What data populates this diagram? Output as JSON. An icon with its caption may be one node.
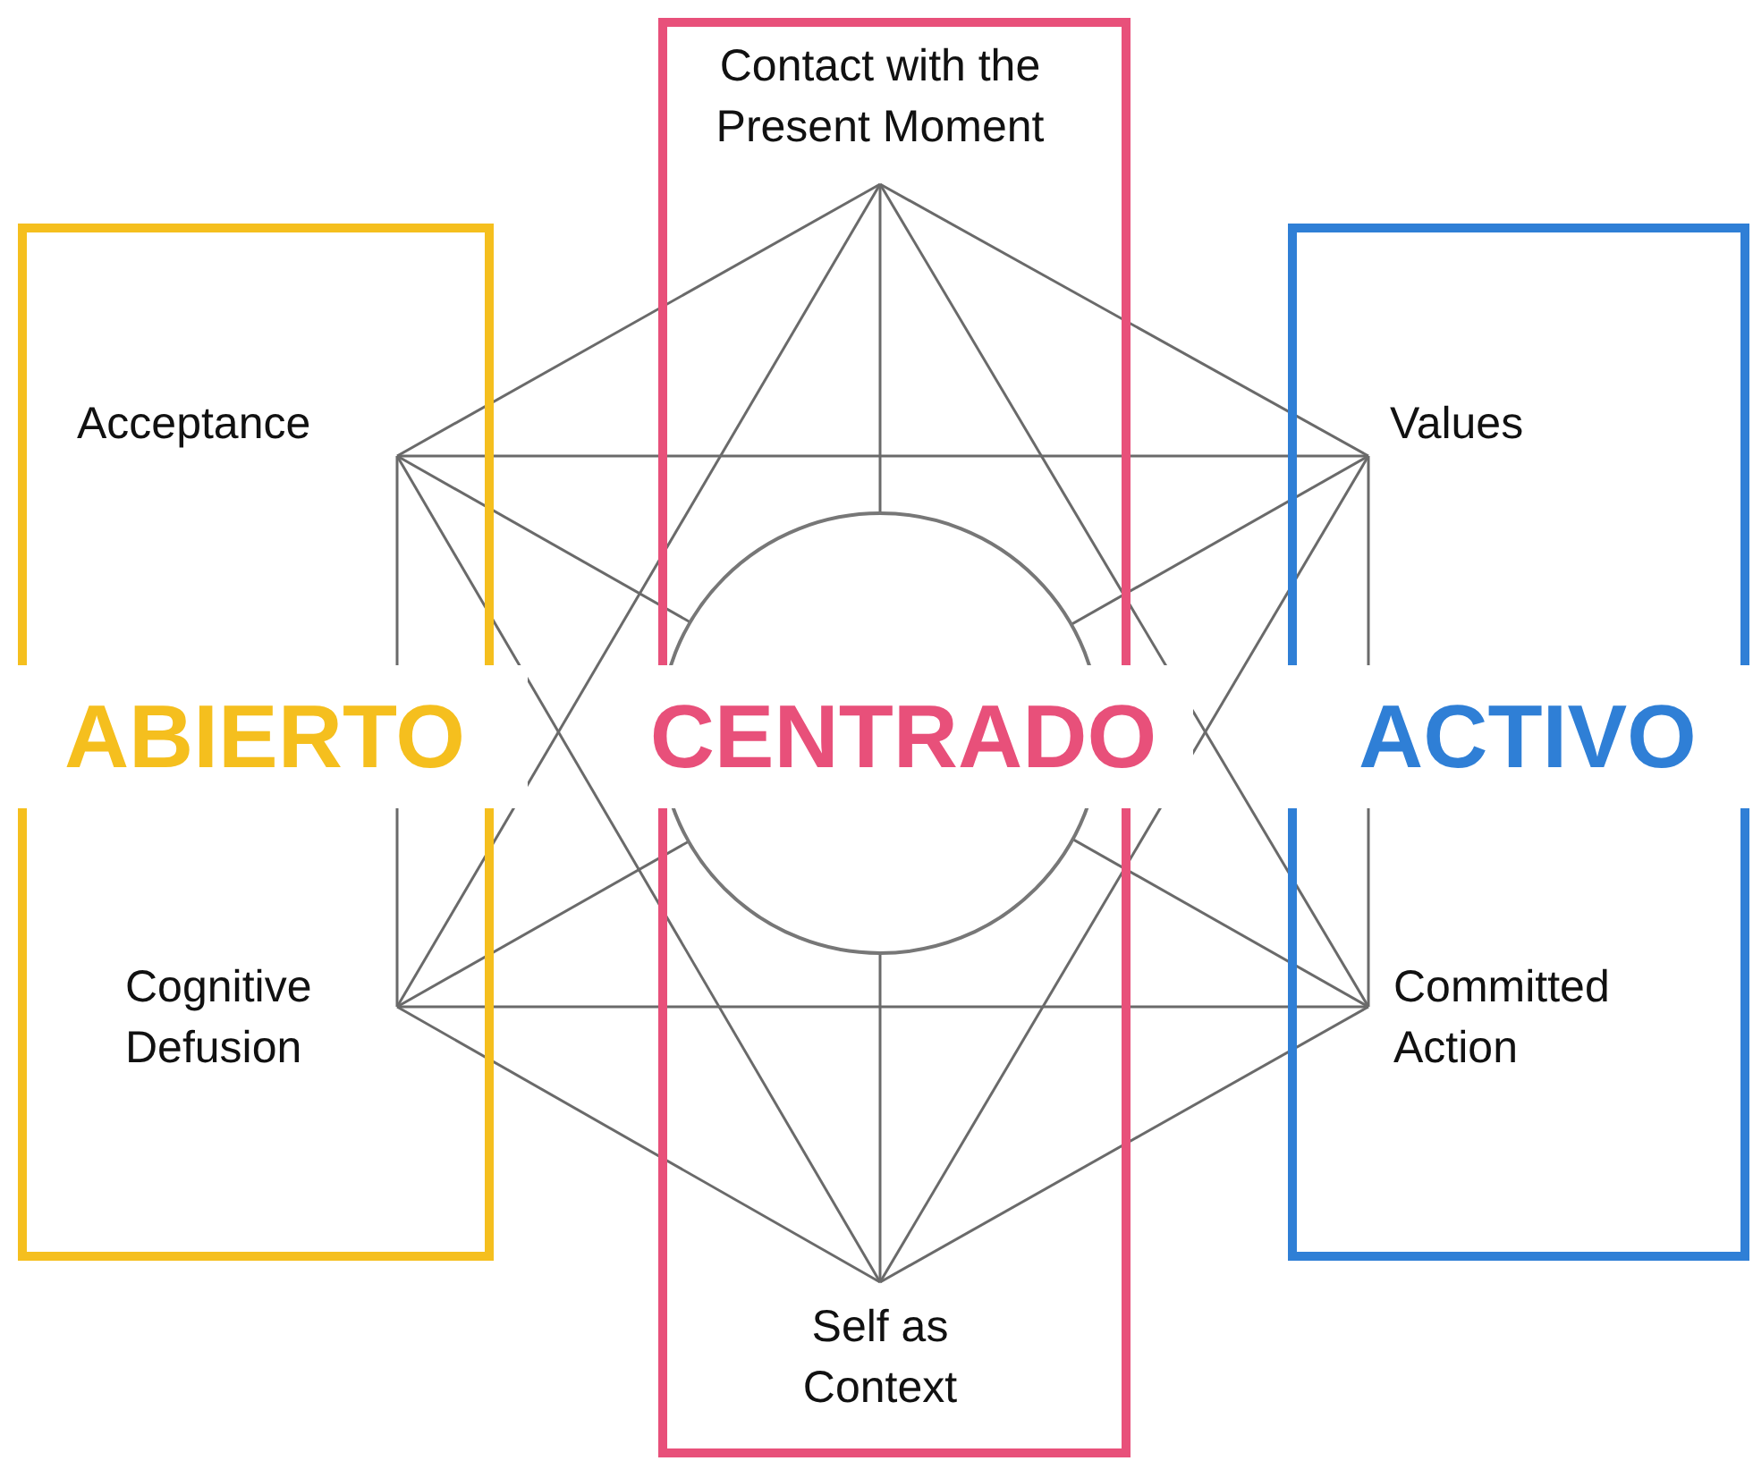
{
  "diagram": {
    "nodes": [
      {
        "text": [
          "CENTRADO"
        ]
      },
      {
        "text": [
          "Contact with the Present Moment"
        ],
        "in": 0
      },
      {
        "text": [
          "ABIERTO"
        ]
      },
      {
        "text": [
          "Acceptance"
        ],
        "in": 2
      },
      {
        "text": [
          "ACTIVO"
        ]
      },
      {
        "text": [
          "Values"
        ],
        "in": 4
      },
      {
        "text": [
          "Cognitive Defusion"
        ],
        "in": 2
      },
      {
        "text": [
          "Committed Action"
        ],
        "in": 4
      },
      {
        "text": [
          "Self as Context"
        ],
        "in": 0
      }
    ],
    "edges": [
      {
        "from": 1,
        "to": 5,
        "arrow": "none"
      },
      {
        "from": 1,
        "to": 3,
        "arrow": "none"
      },
      {
        "from": 3,
        "to": 6,
        "arrow": "none"
      },
      {
        "from": 5,
        "to": 7,
        "arrow": "none"
      },
      {
        "from": 6,
        "to": 8,
        "arrow": "none"
      },
      {
        "from": 7,
        "to": 8,
        "arrow": "none"
      },
      {
        "from": 3,
        "to": 5,
        "arrow": "none"
      },
      {
        "from": 6,
        "to": 7,
        "arrow": "none"
      },
      {
        "from": 1,
        "to": 7,
        "arrow": "none"
      },
      {
        "from": 1,
        "to": 6,
        "arrow": "none"
      },
      {
        "from": 3,
        "to": 8,
        "arrow": "none"
      },
      {
        "from": 5,
        "to": 8,
        "arrow": "none"
      },
      {
        "from": 1,
        "to": 8,
        "arrow": "none"
      },
      {
        "from": 3,
        "to": 7,
        "arrow": "none"
      },
      {
        "from": 5,
        "to": 6,
        "arrow": "none"
      }
    ]
  }
}
